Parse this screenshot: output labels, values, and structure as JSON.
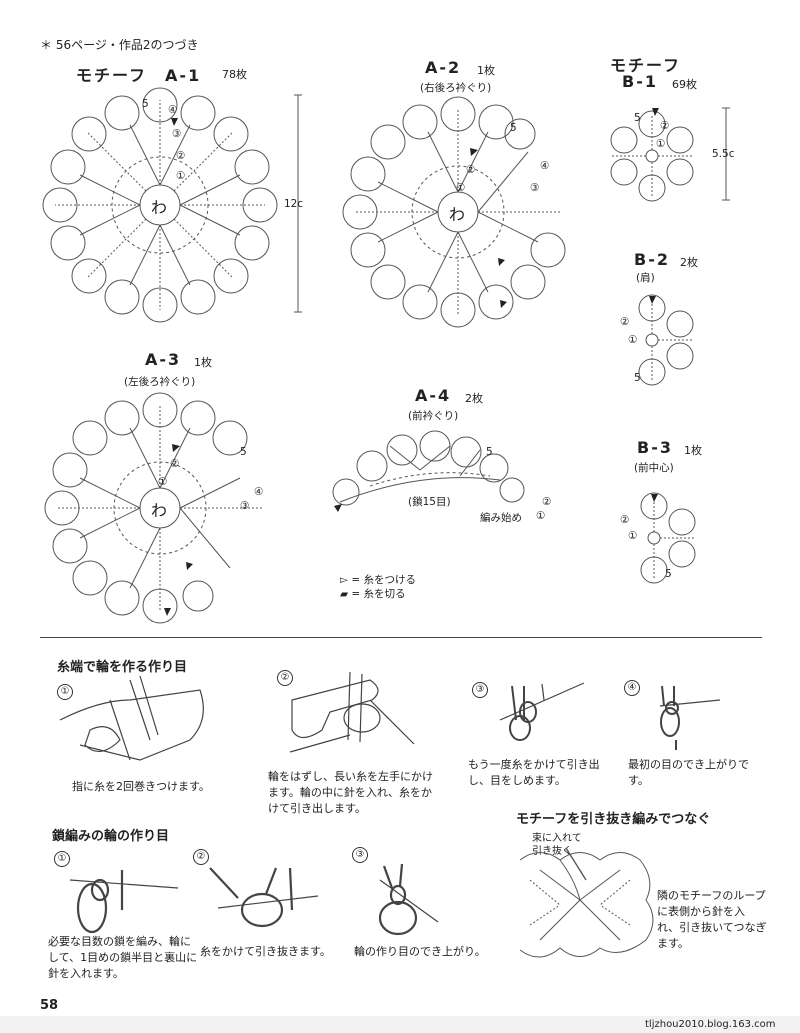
{
  "header": {
    "text": "＊ 56ページ・作品2のつづき"
  },
  "motifs": {
    "a1": {
      "title": "モチーフ　A-1",
      "count": "78枚",
      "size": "12c",
      "center": "わ",
      "mark5": "5",
      "rounds": [
        "④",
        "③",
        "②",
        "①"
      ]
    },
    "a2": {
      "title": "A-2",
      "count": "1枚",
      "sub": "(右後ろ衿ぐり)",
      "center": "わ",
      "mark5": "5",
      "rounds": [
        "④",
        "③",
        "②",
        "①"
      ]
    },
    "b1": {
      "title1": "モチーフ",
      "title2": "B-1",
      "count": "69枚",
      "size": "5.5c",
      "mark5": "5",
      "rounds": [
        "②",
        "①"
      ]
    },
    "b2": {
      "title": "B-2",
      "count": "2枚",
      "sub": "(肩)",
      "mark5": "5",
      "rounds": [
        "②",
        "①"
      ]
    },
    "a3": {
      "title": "A-3",
      "count": "1枚",
      "sub": "(左後ろ衿ぐり)",
      "center": "わ",
      "mark5": "5",
      "rounds": [
        "④",
        "③",
        "②",
        "①"
      ]
    },
    "a4": {
      "title": "A-4",
      "count": "2枚",
      "sub": "(前衿ぐり)",
      "chain": "(鎖15目)",
      "start": "編み始め",
      "mark5": "5",
      "rounds": [
        "②",
        "①"
      ]
    },
    "b3": {
      "title": "B-3",
      "count": "1枚",
      "sub": "(前中心)",
      "mark5": "5",
      "rounds": [
        "②",
        "①"
      ]
    }
  },
  "legend": {
    "attach": "▻ = 糸をつける",
    "cut": "▰ = 糸を切る"
  },
  "section1": {
    "title": "糸端で輪を作る作り目",
    "steps": [
      {
        "num": "①",
        "text": "指に糸を2回巻きつけます。"
      },
      {
        "num": "②",
        "text": "輪をはずし、長い糸を左手にかけます。輪の中に針を入れ、糸をかけて引き出します。"
      },
      {
        "num": "③",
        "text": "もう一度糸をかけて引き出し、目をしめます。"
      },
      {
        "num": "④",
        "text": "最初の目のでき上がりです。"
      }
    ]
  },
  "section2": {
    "title": "鎖編みの輪の作り目",
    "steps": [
      {
        "num": "①",
        "text": "必要な目数の鎖を編み、輪にして、1目めの鎖半目と裏山に針を入れます。"
      },
      {
        "num": "②",
        "text": "糸をかけて引き抜きます。"
      },
      {
        "num": "③",
        "text": "輪の作り目のでき上がり。"
      }
    ]
  },
  "section3": {
    "title": "モチーフを引き抜き編みでつなぐ",
    "label": "束に入れて引き抜く",
    "text": "隣のモチーフのループに表側から針を入れ、引き抜いてつなぎます。"
  },
  "page_number": "58",
  "footer": "tljzhou2010.blog.163.com"
}
